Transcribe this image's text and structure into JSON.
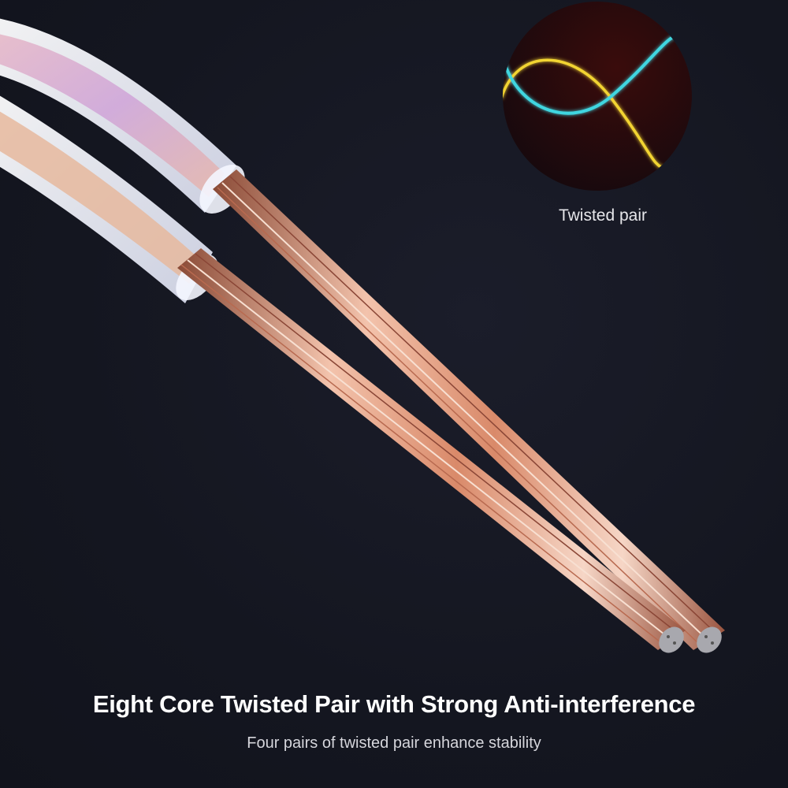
{
  "inset": {
    "label": "Twisted pair",
    "icon": "twisted-pair-diagram-icon",
    "colors": {
      "wire_a": "#3fd6e0",
      "wire_b": "#f2d431",
      "circle_bg": "#2a0b0c"
    }
  },
  "caption": {
    "headline": "Eight Core Twisted Pair with Strong Anti-interference",
    "subline": "Four pairs of twisted pair enhance stability"
  },
  "colors": {
    "background": "#151722",
    "copper": "#d98a6a",
    "copper_highlight": "#f6d2c0",
    "jacket": "#eef0fa",
    "headline_text": "#ffffff",
    "subline_text": "#d6d6dc"
  }
}
